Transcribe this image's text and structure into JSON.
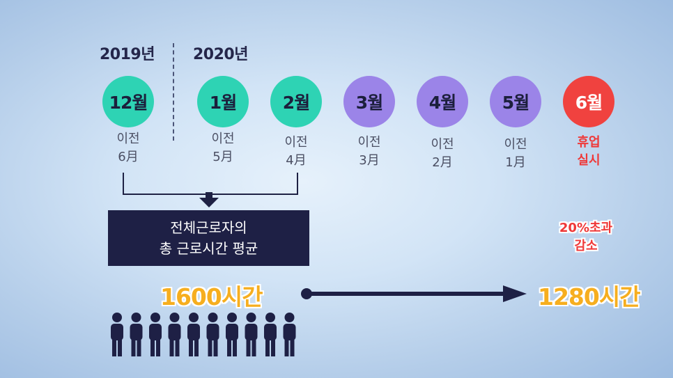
{
  "years": {
    "y2019": "2019년",
    "y2020": "2020년"
  },
  "months": [
    {
      "label": "12월",
      "sub1": "이전",
      "sub2": "6月",
      "color": "#2ed3b4"
    },
    {
      "label": "1월",
      "sub1": "이전",
      "sub2": "5月",
      "color": "#2ed3b4"
    },
    {
      "label": "2월",
      "sub1": "이전",
      "sub2": "4月",
      "color": "#2ed3b4"
    },
    {
      "label": "3월",
      "sub1": "이전",
      "sub2": "3月",
      "color": "#9b84e8"
    },
    {
      "label": "4월",
      "sub1": "이전",
      "sub2": "2月",
      "color": "#9b84e8"
    },
    {
      "label": "5월",
      "sub1": "이전",
      "sub2": "1月",
      "color": "#9b84e8"
    },
    {
      "label": "6월",
      "sub1": "휴업",
      "sub2": "실시",
      "color": "#f0423f"
    }
  ],
  "summary_box": {
    "line1": "전체근로자의",
    "line2": "총 근로시간 평균"
  },
  "before_hours": "1600시간",
  "after_hours": "1280시간",
  "reduction_note": {
    "line1": "20%초과",
    "line2": "감소"
  },
  "people_count": 10,
  "colors": {
    "navy": "#1e2045",
    "orange": "#f6ae1f",
    "red": "#ef3838"
  }
}
